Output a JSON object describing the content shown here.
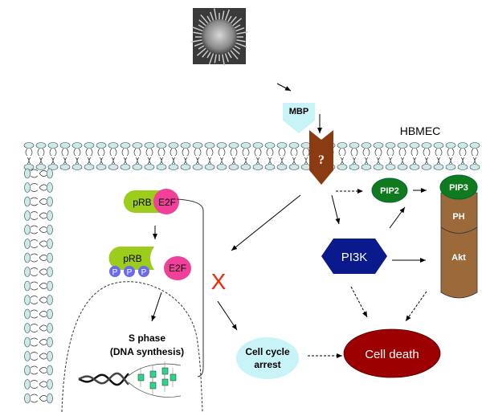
{
  "labels": {
    "mbp": "MBP",
    "receptor": "?",
    "cell_type": "HBMEC",
    "pip2": "PIP2",
    "pip3": "PIP3",
    "ph": "PH",
    "akt": "Akt",
    "pi3k": "PI3K",
    "prb": "pRB",
    "e2f": "E2F",
    "prb_phos": "pRB",
    "e2f_free": "E2F",
    "phosphate": "P",
    "block": "X",
    "s_phase_line1": "S phase",
    "s_phase_line2": "(DNA synthesis)",
    "arrest_line1": "Cell cycle",
    "arrest_line2": "arrest",
    "cell_death": "Cell death"
  },
  "colors": {
    "mbp": "#c8f4f8",
    "receptor": "#8b3a12",
    "pip": "#0f7a1e",
    "akt": "#9c6a3a",
    "pi3k": "#0a1a8c",
    "prb": "#9ccc1c",
    "e2f": "#f0409a",
    "phosphate": "#6a6af0",
    "block": "#ff2200",
    "arrest": "#c8f4f8",
    "death": "#9c0000",
    "membrane_head": "#cfe9e9"
  }
}
